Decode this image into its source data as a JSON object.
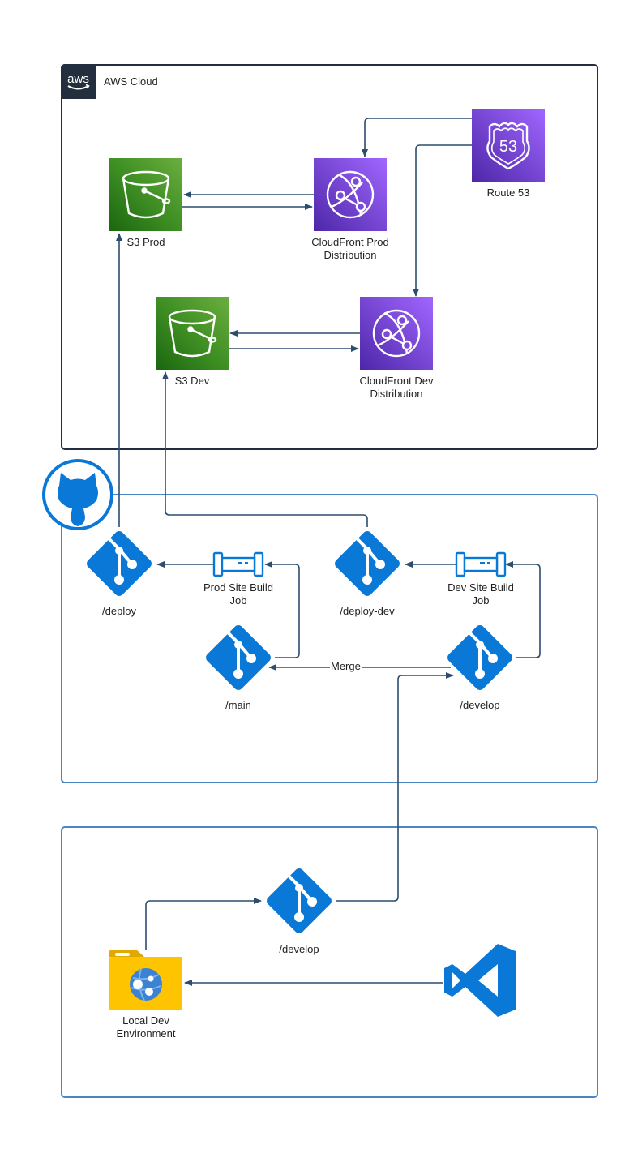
{
  "aws": {
    "logo_text": "aws",
    "title": "AWS Cloud",
    "nodes": {
      "s3_prod": "S3 Prod",
      "cf_prod_line1": "CloudFront Prod",
      "cf_prod_line2": "Distribution",
      "route53": "Route 53",
      "route53_badge": "53",
      "s3_dev": "S3 Dev",
      "cf_dev_line1": "CloudFront Dev",
      "cf_dev_line2": "Distribution"
    }
  },
  "github": {
    "branches": {
      "deploy": "/deploy",
      "deploy_dev": "/deploy-dev",
      "main": "/main",
      "develop": "/develop"
    },
    "jobs": {
      "prod_line1": "Prod Site Build",
      "prod_line2": "Job",
      "dev_line1": "Dev Site Build",
      "dev_line2": "Job"
    },
    "merge_label": "Merge"
  },
  "local": {
    "branch": "/develop",
    "env_line1": "Local Dev",
    "env_line2": "Environment"
  },
  "colors": {
    "aws_frame": "#232f3e",
    "group_frame": "#4a86c2",
    "connector": "#2c4d6e",
    "git_blue": "#0a78d7",
    "s3_green": "#3f8f24",
    "cloudfront_purple": "#7b4ad8",
    "folder_yellow": "#ffc400"
  }
}
